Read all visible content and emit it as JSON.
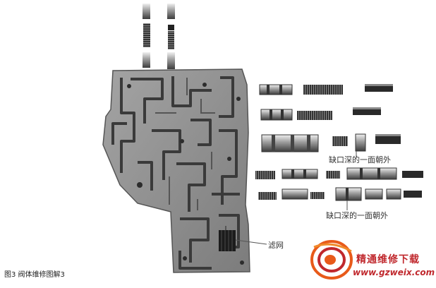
{
  "figure": {
    "caption": "图3  阀体维修图解3"
  },
  "annotations": {
    "notch_upper": "缺口深的一面朝外",
    "notch_lower": "缺口深的一面朝外",
    "filter": "滤网"
  },
  "watermark": {
    "title": "精通维修下载",
    "url": "www.gzweix.com"
  },
  "colors": {
    "body_metal": "#8e8e8e",
    "channel_dark": "#3a3a3a",
    "watermark_orange": "#e85a1a",
    "watermark_red": "#c0282d"
  }
}
